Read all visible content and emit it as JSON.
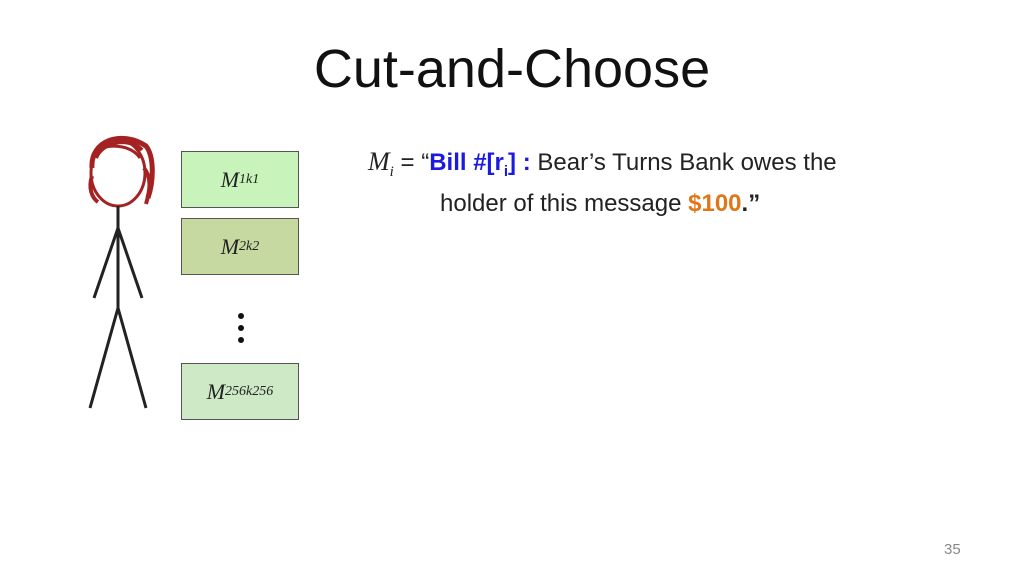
{
  "slide": {
    "title": "Cut-and-Choose",
    "page_number": "35"
  },
  "boxes": [
    {
      "base": "M",
      "sub": "1",
      "sup": "k1"
    },
    {
      "base": "M",
      "sub": "2",
      "sup": "k2"
    },
    {
      "base": "M",
      "sub": "256",
      "sup": "k256"
    }
  ],
  "definition": {
    "var_base": "M",
    "var_sub": "i",
    "equals_open": " = “",
    "bill_prefix": "Bill #[r",
    "bill_sub": "i",
    "bill_suffix": "] :",
    "text1": " Bear’s Turns Bank owes the",
    "text2": "holder of this message ",
    "amount": "$100",
    "close": ".”"
  },
  "colors": {
    "figure_stroke": "#a42222",
    "box1_fill": "#c8f3ba",
    "box2_fill": "#c6d9a0",
    "box3_fill": "#cde9c6",
    "highlight_blue": "#1a1ae0",
    "highlight_orange": "#e0761a"
  }
}
